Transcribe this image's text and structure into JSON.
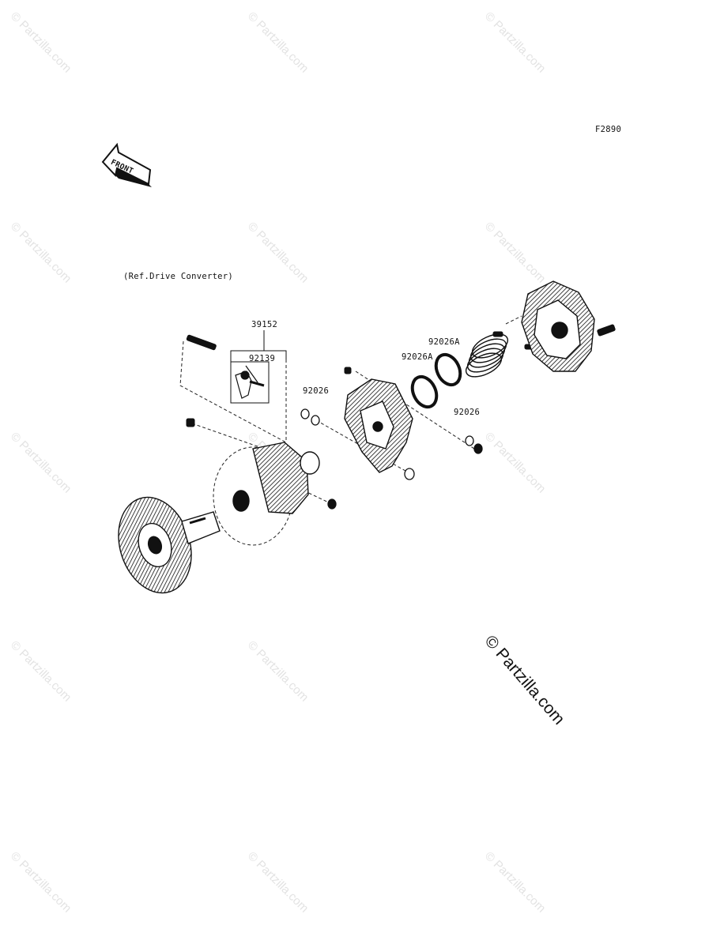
{
  "figure_code": "F2890",
  "front_arrow_text": "FRONT",
  "reference_note": "(Ref.Drive Converter)",
  "part_labels": {
    "p39152": "39152",
    "p92139": "92139",
    "p92026_left": "92026",
    "p92026A_1": "92026A",
    "p92026A_2": "92026A",
    "p92026_right": "92026"
  },
  "watermark_text": "© Partzilla.com",
  "copyright_text": "© Partzilla.com"
}
